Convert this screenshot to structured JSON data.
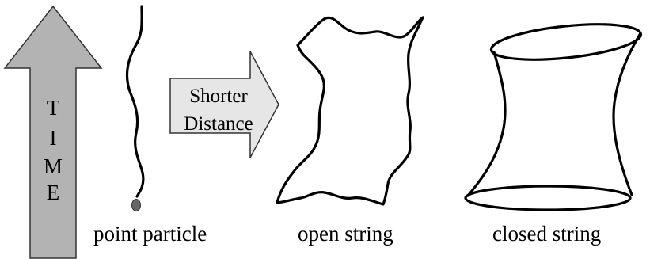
{
  "time_arrow": {
    "letters": [
      "T",
      "I",
      "M",
      "E"
    ],
    "fill": "#b3b3b3",
    "stroke": "#333333"
  },
  "shorter_arrow": {
    "line1": "Shorter",
    "line2": "Distance",
    "fill": "#e6e6e6",
    "stroke": "#333333"
  },
  "captions": {
    "point": "point particle",
    "open": "open string",
    "closed": "closed string"
  }
}
